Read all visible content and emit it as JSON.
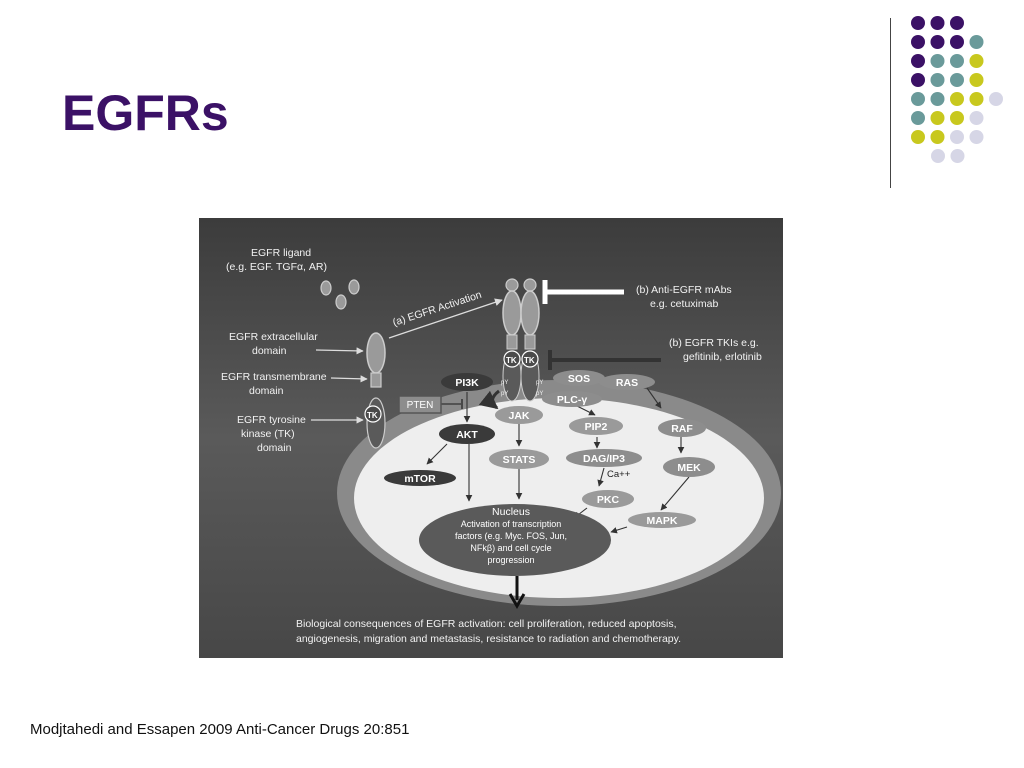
{
  "slide": {
    "title": "EGFRs",
    "citation": "Modjtahedi and Essapen 2009 Anti-Cancer Drugs 20:851"
  },
  "colors": {
    "title": "#3b1166",
    "dot_purple": "#3b1166",
    "dot_teal": "#6a9a9a",
    "dot_yellow": "#c8c81e",
    "dot_lavender": "#d6d6e6",
    "figure_bg": "#4a4a4a",
    "cell_fill": "#eeeeee",
    "membrane": "#8a8a8a",
    "node_dark": "#3a3a3a",
    "node_mid": "#8d8d8d"
  },
  "decor_dots": [
    [
      "purple",
      "purple",
      "purple"
    ],
    [
      "purple",
      "purple",
      "purple",
      "teal"
    ],
    [
      "purple",
      "teal",
      "teal",
      "yellow"
    ],
    [
      "purple",
      "teal",
      "teal",
      "yellow"
    ],
    [
      "teal",
      "teal",
      "yellow",
      "yellow",
      "lavender"
    ],
    [
      "teal",
      "yellow",
      "yellow",
      "lavender"
    ],
    [
      "yellow",
      "yellow",
      "lavender",
      "lavender"
    ],
    [
      "lavender",
      "lavender"
    ]
  ],
  "figure": {
    "ligand_label_1": "EGFR ligand",
    "ligand_label_2": "(e.g. EGF. TGFα, AR)",
    "activation_label": "(a)  EGFR Activation",
    "mabs_label_1": "(b)  Anti-EGFR mAbs",
    "mabs_label_2": "e.g. cetuximab",
    "tkis_label_1": "(b) EGFR TKIs e.g.",
    "tkis_label_2": "gefitinib,  erlotinib",
    "extracellular_1": "EGFR extracellular",
    "extracellular_2": "domain",
    "transmembrane_1": "EGFR transmembrane",
    "transmembrane_2": "domain",
    "tk_1": "EGFR  tyrosine",
    "tk_2": "kinase  (TK)",
    "tk_3": "domain",
    "tk_badge": "TK",
    "py": "pY",
    "nodes": {
      "pi3k": "PI3K",
      "pten": "PTEN",
      "akt": "AKT",
      "mtor": "mTOR",
      "jak": "JAK",
      "stats": "STATS",
      "sos": "SOS",
      "ras": "RAS",
      "plc": "PLC-γ",
      "pip2": "PIP2",
      "dag": "DAG/IP3",
      "ca": "Ca++",
      "pkc": "PKC",
      "raf": "RAF",
      "mek": "MEK",
      "mapk": "MAPK"
    },
    "nucleus_1": "Nucleus",
    "nucleus_2": "Activation of transcription",
    "nucleus_3": "factors (e.g. Myc. FOS, Jun,",
    "nucleus_4": "NFkβ) and cell cycle",
    "nucleus_5": "progression",
    "consequence_1": "Biological consequences of EGFR activation:  cell proliferation, reduced apoptosis,",
    "consequence_2": "angiogenesis, migration and metastasis, resistance to radiation and chemotherapy."
  }
}
